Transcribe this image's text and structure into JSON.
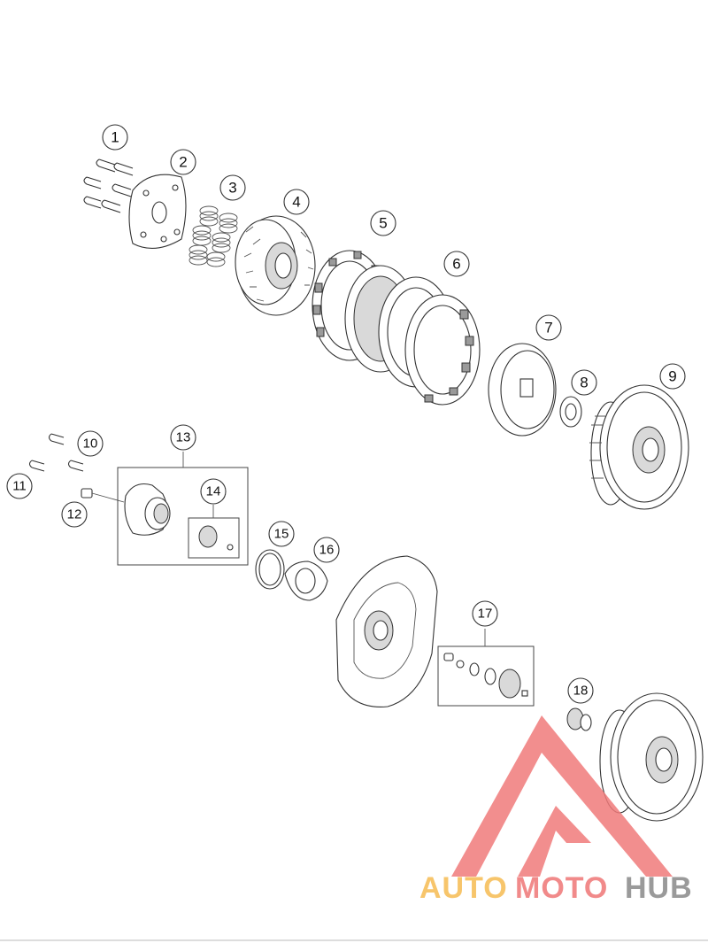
{
  "callouts": [
    "1",
    "2",
    "3",
    "4",
    "5",
    "6",
    "7",
    "8",
    "9",
    "10",
    "11",
    "12",
    "13",
    "14",
    "15",
    "16",
    "17",
    "18"
  ],
  "watermark": {
    "part1": "AUTO",
    "part2": "MOTO",
    "part3": "HUB",
    "color1": "#f7c56b",
    "color2": "#f18a8a",
    "color3": "#9a9a9a",
    "logo_color": "#f07a7a"
  }
}
